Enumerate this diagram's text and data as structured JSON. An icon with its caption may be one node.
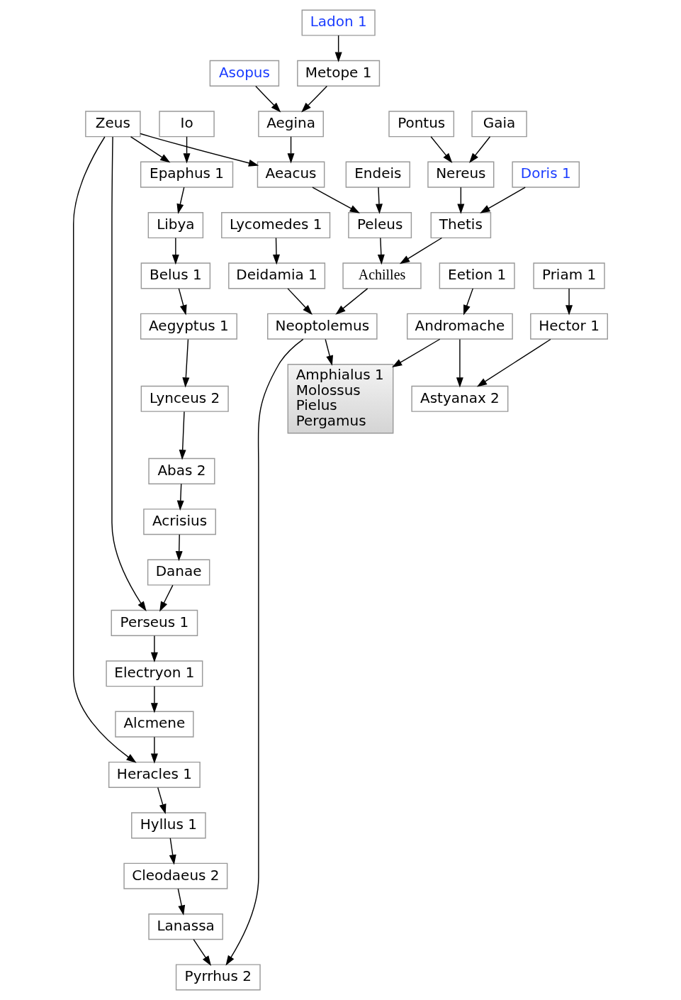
{
  "diagram": {
    "nodes": [
      {
        "text": [
          "Io"
        ]
      },
      {
        "text": [
          "Zeus"
        ]
      },
      {
        "text": [
          "Epaphus 1"
        ]
      },
      {
        "text": [
          "Libya"
        ]
      },
      {
        "text": [
          "Belus 1"
        ]
      },
      {
        "text": [
          "Aegyptus 1"
        ]
      },
      {
        "text": [
          "Lynceus 2"
        ]
      },
      {
        "text": [
          "Abas 2"
        ]
      },
      {
        "text": [
          "Acrisius"
        ]
      },
      {
        "text": [
          "Danae"
        ]
      },
      {
        "text": [
          "Perseus 1"
        ]
      },
      {
        "text": [
          "Ladon 1"
        ]
      },
      {
        "text": [
          "Electryon 1"
        ]
      },
      {
        "text": [
          "Asopus"
        ]
      },
      {
        "text": [
          "Metope 1"
        ]
      },
      {
        "text": [
          "Alcmene"
        ]
      },
      {
        "text": [
          "Aegina"
        ]
      },
      {
        "text": [
          "Pontus"
        ]
      },
      {
        "text": [
          "Gaia"
        ]
      },
      {
        "text": [
          "Heracles 1"
        ]
      },
      {
        "text": [
          "Aeacus"
        ]
      },
      {
        "text": [
          "Endeis"
        ]
      },
      {
        "text": [
          "Nereus"
        ]
      },
      {
        "text": [
          "Doris 1"
        ]
      },
      {
        "text": [
          "Hyllus 1"
        ]
      },
      {
        "text": [
          "Lycomedes 1"
        ]
      },
      {
        "text": [
          "Peleus"
        ]
      },
      {
        "text": [
          "Thetis"
        ]
      },
      {
        "text": [
          "Eetion 1"
        ]
      },
      {
        "text": [
          "Priam 1"
        ]
      },
      {
        "text": [
          "Cleodaeus 2"
        ]
      },
      {
        "text": [
          "Deidamia 1"
        ]
      },
      {
        "text": [
          "Achilles"
        ]
      },
      {
        "text": [
          "Andromache"
        ]
      },
      {
        "text": [
          "Hector 1"
        ]
      },
      {
        "text": [
          "Lanassa"
        ]
      },
      {
        "text": [
          "Neoptolemus"
        ]
      },
      {
        "text": [
          "Astyanax 2"
        ]
      },
      {
        "text": [
          "Pyrrhus 2"
        ]
      },
      {
        "text": [
          "Amphialus 1",
          "Molossus",
          "Pielus",
          "Pergamus"
        ]
      }
    ],
    "edges": [
      {
        "from": 0,
        "to": 2,
        "arrow": "to"
      },
      {
        "from": 1,
        "to": 2,
        "arrow": "to"
      },
      {
        "from": 2,
        "to": 3,
        "arrow": "to"
      },
      {
        "from": 3,
        "to": 4,
        "arrow": "to"
      },
      {
        "from": 4,
        "to": 5,
        "arrow": "to"
      },
      {
        "from": 5,
        "to": 6,
        "arrow": "to"
      },
      {
        "from": 6,
        "to": 7,
        "arrow": "to"
      },
      {
        "from": 7,
        "to": 8,
        "arrow": "to"
      },
      {
        "from": 8,
        "to": 9,
        "arrow": "to"
      },
      {
        "from": 9,
        "to": 10,
        "arrow": "to"
      },
      {
        "from": 1,
        "to": 10,
        "arrow": "to"
      },
      {
        "from": 10,
        "to": 12,
        "arrow": "to"
      },
      {
        "from": 12,
        "to": 15,
        "arrow": "to"
      },
      {
        "from": 15,
        "to": 19,
        "arrow": "to"
      },
      {
        "from": 1,
        "to": 19,
        "arrow": "to"
      },
      {
        "from": 1,
        "to": 20,
        "arrow": "to"
      },
      {
        "from": 11,
        "to": 14,
        "arrow": "to"
      },
      {
        "from": 13,
        "to": 16,
        "arrow": "to"
      },
      {
        "from": 14,
        "to": 16,
        "arrow": "to"
      },
      {
        "from": 16,
        "to": 20,
        "arrow": "to"
      },
      {
        "from": 17,
        "to": 22,
        "arrow": "to"
      },
      {
        "from": 18,
        "to": 22,
        "arrow": "to"
      },
      {
        "from": 20,
        "to": 26,
        "arrow": "to"
      },
      {
        "from": 21,
        "to": 26,
        "arrow": "to"
      },
      {
        "from": 22,
        "to": 27,
        "arrow": "to"
      },
      {
        "from": 23,
        "to": 27,
        "arrow": "to"
      },
      {
        "from": 19,
        "to": 24,
        "arrow": "to"
      },
      {
        "from": 24,
        "to": 30,
        "arrow": "to"
      },
      {
        "from": 25,
        "to": 31,
        "arrow": "to"
      },
      {
        "from": 26,
        "to": 32,
        "arrow": "to"
      },
      {
        "from": 27,
        "to": 32,
        "arrow": "to"
      },
      {
        "from": 28,
        "to": 33,
        "arrow": "to"
      },
      {
        "from": 29,
        "to": 34,
        "arrow": "to"
      },
      {
        "from": 30,
        "to": 35,
        "arrow": "to"
      },
      {
        "from": 31,
        "to": 36,
        "arrow": "to"
      },
      {
        "from": 32,
        "to": 36,
        "arrow": "to"
      },
      {
        "from": 33,
        "to": 37,
        "arrow": "to"
      },
      {
        "from": 34,
        "to": 37,
        "arrow": "to"
      },
      {
        "from": 35,
        "to": 38,
        "arrow": "to"
      },
      {
        "from": 36,
        "to": 38,
        "arrow": "to"
      },
      {
        "from": 36,
        "to": 39,
        "arrow": "to"
      },
      {
        "from": 33,
        "to": 39,
        "arrow": "to"
      }
    ]
  }
}
